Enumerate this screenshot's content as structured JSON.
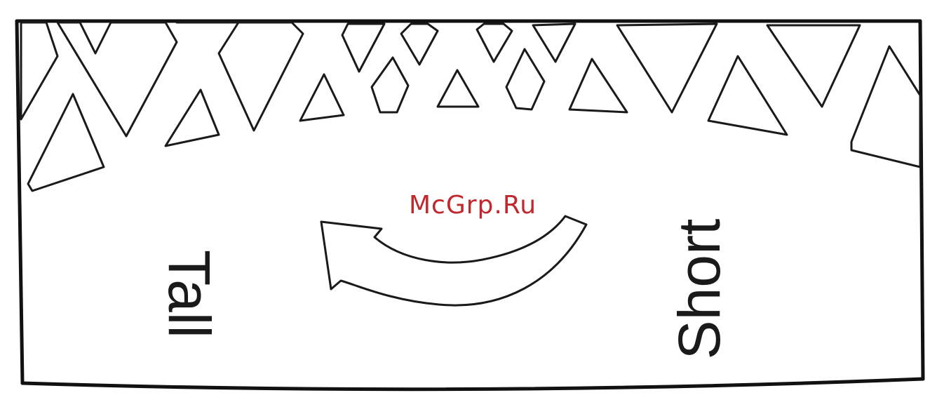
{
  "labels": {
    "tall": "Tall",
    "short": "Short"
  },
  "watermark": {
    "text": "McGrp.Ru",
    "color": "#c0282d"
  },
  "icons": {
    "rotation_arrow": "curved-arrow-counterclockwise-icon"
  },
  "colors": {
    "stroke": "#1a1a1a",
    "background": "#ffffff"
  }
}
